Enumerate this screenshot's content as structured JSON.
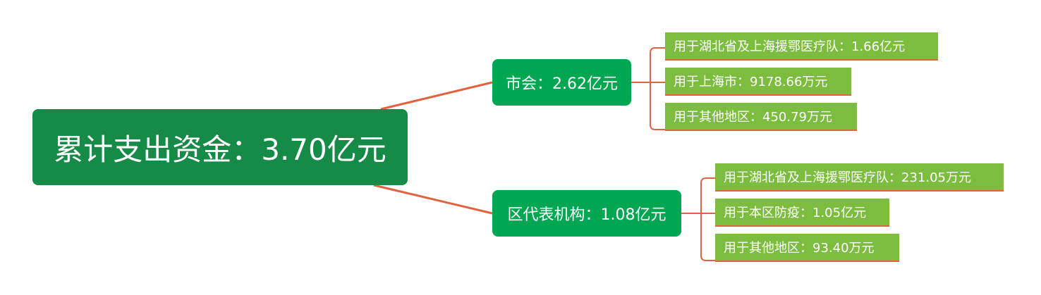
{
  "root": {
    "label": "累计支出资金：3.70亿元"
  },
  "branches": [
    {
      "label": "市会：2.62亿元",
      "leaves": [
        "用于湖北省及上海援鄂医疗队：1.66亿元",
        "用于上海市：9178.66万元",
        "用于其他地区：450.79万元"
      ]
    },
    {
      "label": "区代表机构：1.08亿元",
      "leaves": [
        "用于湖北省及上海援鄂医疗队：231.05万元",
        "用于本区防疫：1.05亿元",
        "用于其他地区：93.40万元"
      ]
    }
  ],
  "colors": {
    "root": "#168a47",
    "branch": "#00a651",
    "leaf": "#7cbd3f",
    "connector": "#e2623f"
  }
}
